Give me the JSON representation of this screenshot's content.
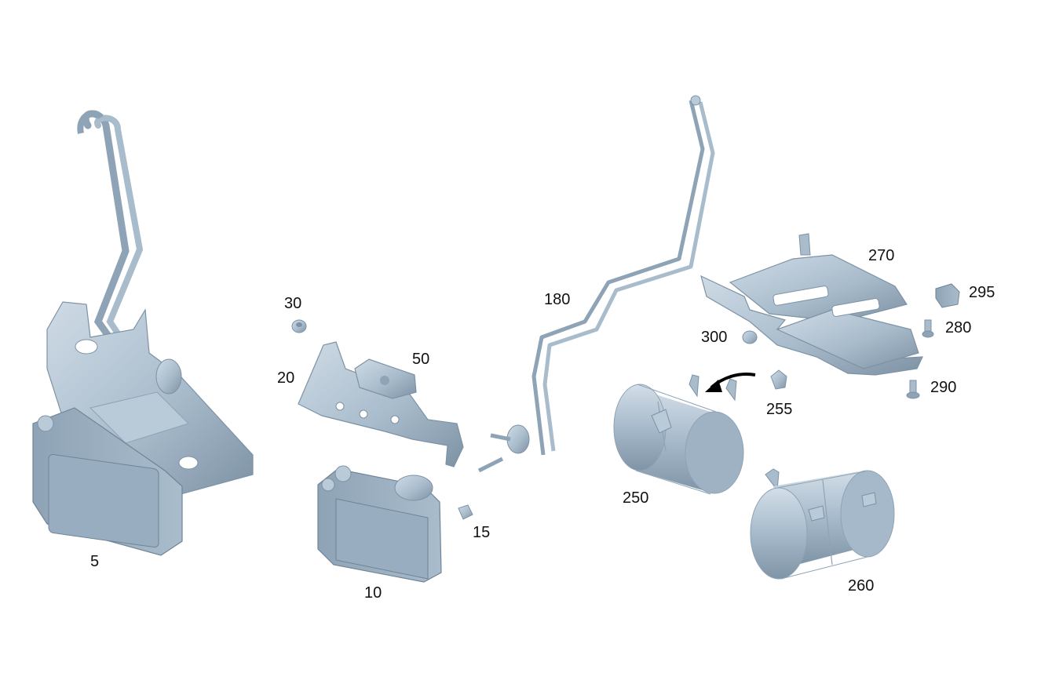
{
  "diagram": {
    "callouts": {
      "c5": "5",
      "c10": "10",
      "c15": "15",
      "c20": "20",
      "c30": "30",
      "c50": "50",
      "c180": "180",
      "c250": "250",
      "c255": "255",
      "c260": "260",
      "c270": "270",
      "c280": "280",
      "c290": "290",
      "c295": "295",
      "c300": "300"
    },
    "colors": {
      "part_fill": "#a9bccc",
      "part_dark": "#7d92a4",
      "part_light": "#cfdbe6",
      "background": "#ffffff",
      "label": "#111111",
      "arrow": "#000000"
    }
  }
}
